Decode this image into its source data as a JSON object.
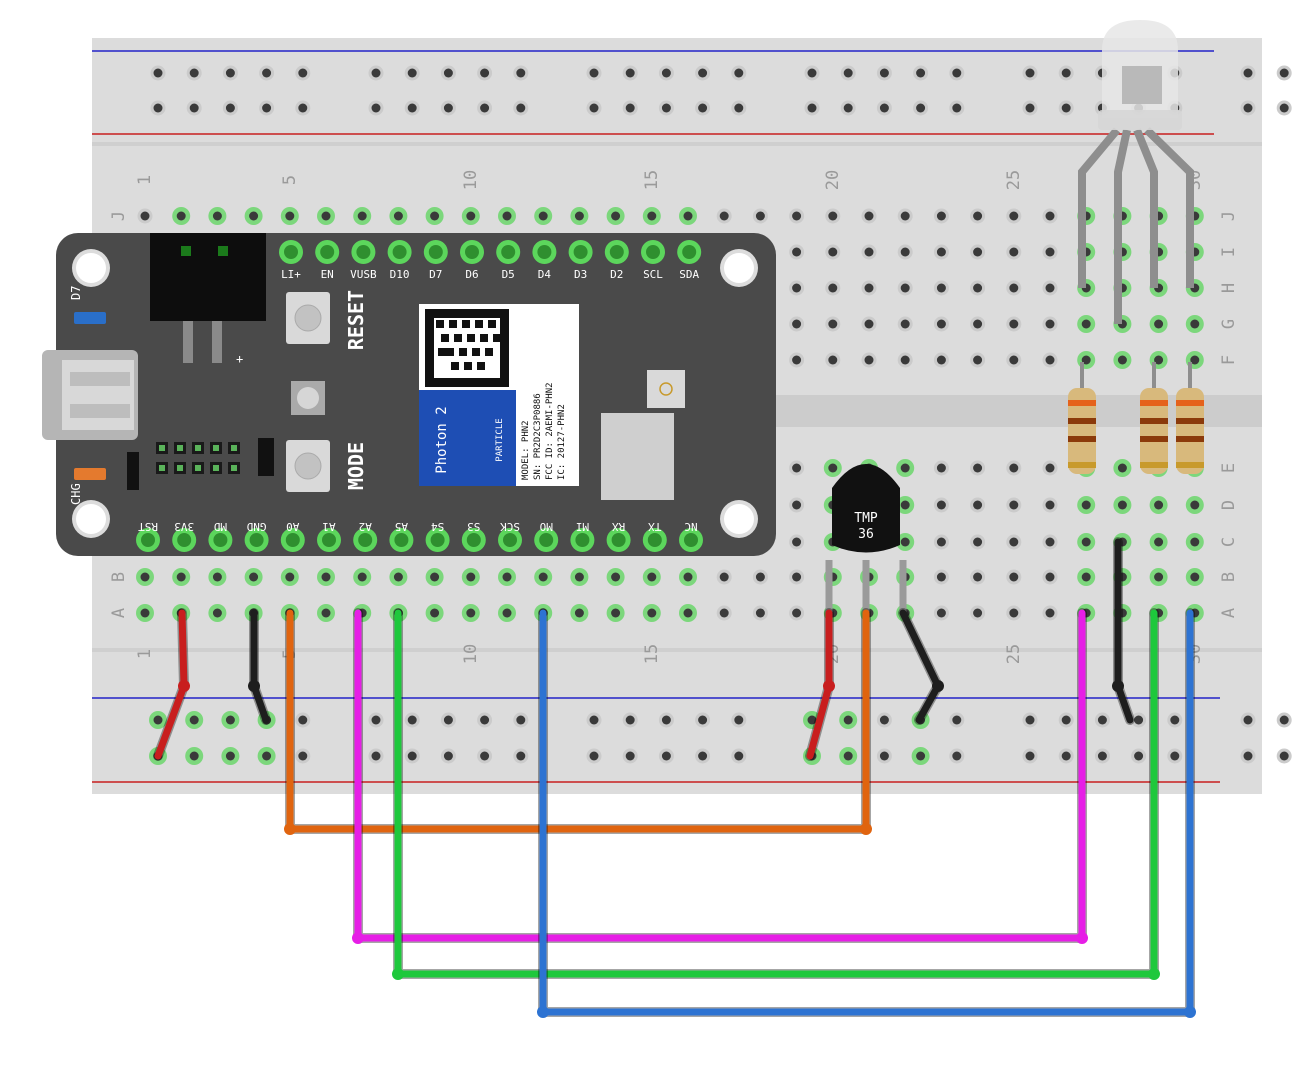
{
  "breadboard": {
    "row_letters_top": [
      "J",
      "I",
      "H",
      "G",
      "F"
    ],
    "row_letters_bottom": [
      "E",
      "D",
      "C",
      "B",
      "A"
    ],
    "column_numbers": [
      "1",
      "5",
      "10",
      "15",
      "20",
      "25",
      "30"
    ],
    "colors": {
      "board": "#dcdcdc",
      "rail_blue": "#2323c8",
      "rail_red": "#c81e1e",
      "hole": "#3a3a3a",
      "hole_used": "#5cd65c"
    }
  },
  "photon": {
    "top_pins": [
      "LI+",
      "EN",
      "VUSB",
      "D10",
      "D7",
      "D6",
      "D5",
      "D4",
      "D3",
      "D2",
      "SCL",
      "SDA"
    ],
    "bottom_pins": [
      "RST",
      "3V3",
      "MD",
      "GND",
      "A0",
      "A1",
      "A2",
      "A5",
      "S4",
      "S3",
      "SCK",
      "MO",
      "MI",
      "RX",
      "TX",
      "NC"
    ],
    "labels": {
      "reset": "RESET",
      "mode": "MODE",
      "d7": "D7",
      "chg": "CHG",
      "plus": "+"
    },
    "module": {
      "name": "Photon 2",
      "brand": "PARTICLE",
      "model": "MODEL: PHN2",
      "sn": "SN: PR2D2C3P0886",
      "fcc": "FCC ID: 2AEMI-PHN2",
      "ic": "IC: 20127-PHN2"
    },
    "colors": {
      "body": "#4a4a4a"
    }
  },
  "sensor": {
    "line1": "TMP",
    "line2": "36"
  },
  "wire_colors": {
    "red": "#c81e1e",
    "black": "#1e1e1e",
    "orange": "#e0640f",
    "magenta": "#e61ee6",
    "green": "#1ec83c",
    "blue": "#2d73d2"
  }
}
